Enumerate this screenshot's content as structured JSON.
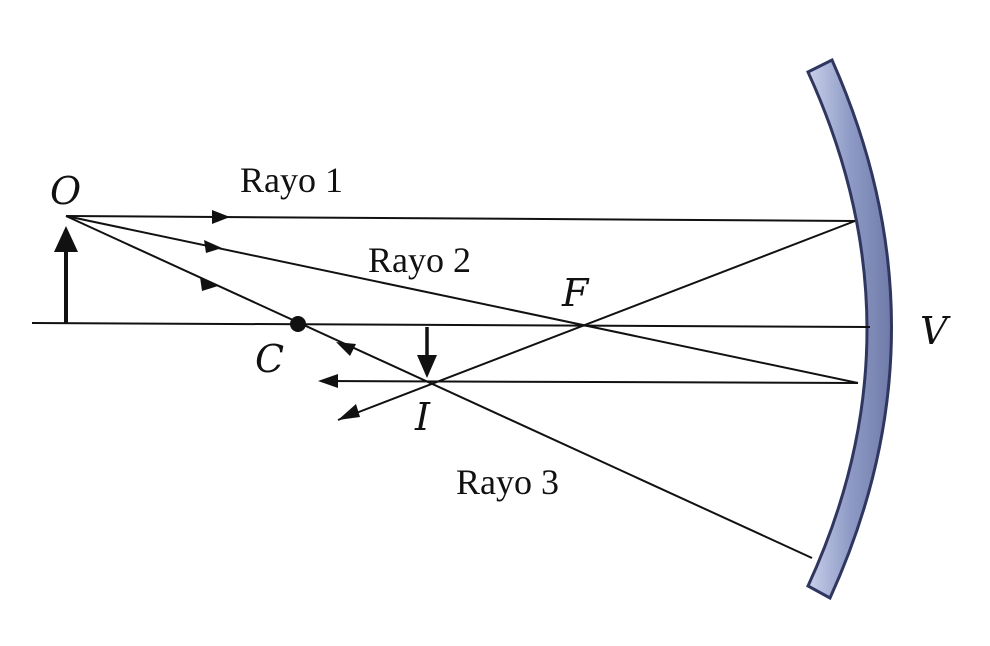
{
  "labels": {
    "object": "O",
    "center": "C",
    "focus": "F",
    "vertex": "V",
    "image": "I",
    "ray1": "Rayo 1",
    "ray2": "Rayo 2",
    "ray3": "Rayo 3"
  },
  "colors": {
    "mirror_fill": "#9aa6cc",
    "mirror_edge": "#3b4470",
    "ink": "#111111"
  }
}
